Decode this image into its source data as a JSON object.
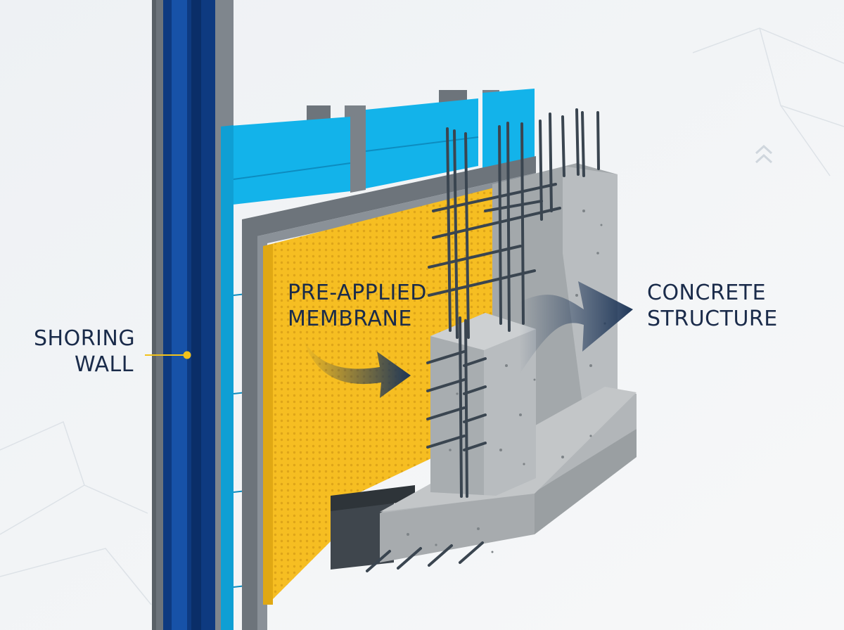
{
  "labels": {
    "shoring_line1": "SHORING",
    "shoring_line2": "WALL",
    "membrane_line1": "PRE-APPLIED",
    "membrane_line2": "MEMBRANE",
    "concrete_line1": "CONCRETE",
    "concrete_line2": "STRUCTURE"
  },
  "colors": {
    "background": "#f2f4f6",
    "shoring_blue": "#0f3f86",
    "shoring_gray": "#6d747b",
    "insulation_blue": "#13b3ea",
    "membrane_yellow": "#f6be22",
    "concrete_gray": "#a9aeb1",
    "rebar": "#3a4550",
    "arrow_navy": "#1d3557",
    "label_text": "#1a2b4a",
    "leader_yellow": "#f2c21b"
  }
}
